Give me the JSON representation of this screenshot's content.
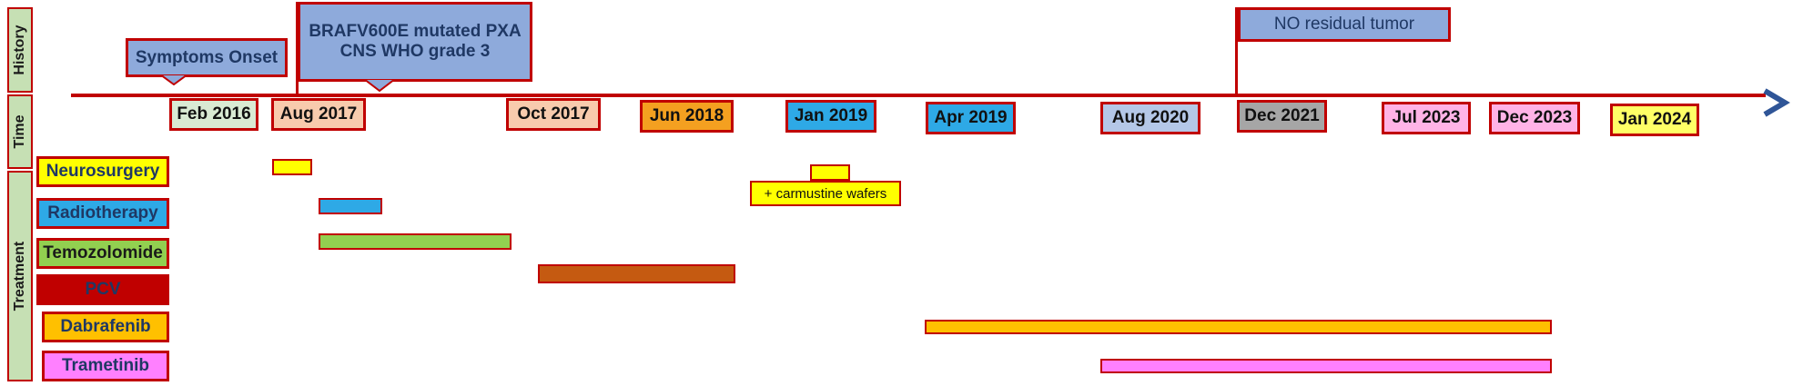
{
  "side_labels": {
    "history": "History",
    "time": "Time",
    "treatment": "Treatment"
  },
  "history": {
    "symptoms_onset": "Symptoms Onset",
    "diagnosis_line1": "BRAFV600E mutated PXA",
    "diagnosis_line2": "CNS WHO grade 3",
    "no_residual": "NO residual tumor"
  },
  "dates": [
    {
      "label": "Feb 2016",
      "color": "#d9ead3"
    },
    {
      "label": "Aug 2017",
      "color": "#f8cbad"
    },
    {
      "label": "Oct 2017",
      "color": "#f8cbad"
    },
    {
      "label": "Jun 2018",
      "color": "#f4a020"
    },
    {
      "label": "Jan 2019",
      "color": "#2ea9e6"
    },
    {
      "label": "Apr 2019",
      "color": "#2ea9e6"
    },
    {
      "label": "Aug 2020",
      "color": "#b4c7e7"
    },
    {
      "label": "Dec 2021",
      "color": "#a6a6a6"
    },
    {
      "label": "Jul 2023",
      "color": "#ffb3e6"
    },
    {
      "label": "Dec 2023",
      "color": "#ffb3e6"
    },
    {
      "label": "Jan 2024",
      "color": "#ffff66"
    }
  ],
  "treatments": [
    {
      "label": "Neurosurgery",
      "bg": "#ffff00",
      "fg": "#1f3864"
    },
    {
      "label": "Radiotherapy",
      "bg": "#2ea9e6",
      "fg": "#1f3864"
    },
    {
      "label": "Temozolomide",
      "bg": "#92d050",
      "fg": "#1a1a1a"
    },
    {
      "label": "PCV",
      "bg": "#c00000",
      "fg": "#1f3864"
    },
    {
      "label": "Dabrafenib",
      "bg": "#ffc000",
      "fg": "#1f3864"
    },
    {
      "label": "Trametinib",
      "bg": "#ff80ff",
      "fg": "#1f3864"
    }
  ],
  "annotations": {
    "carmustine": "+ carmustine wafers"
  },
  "colors": {
    "accent": "#c00000",
    "arrow": "#2f5597"
  }
}
